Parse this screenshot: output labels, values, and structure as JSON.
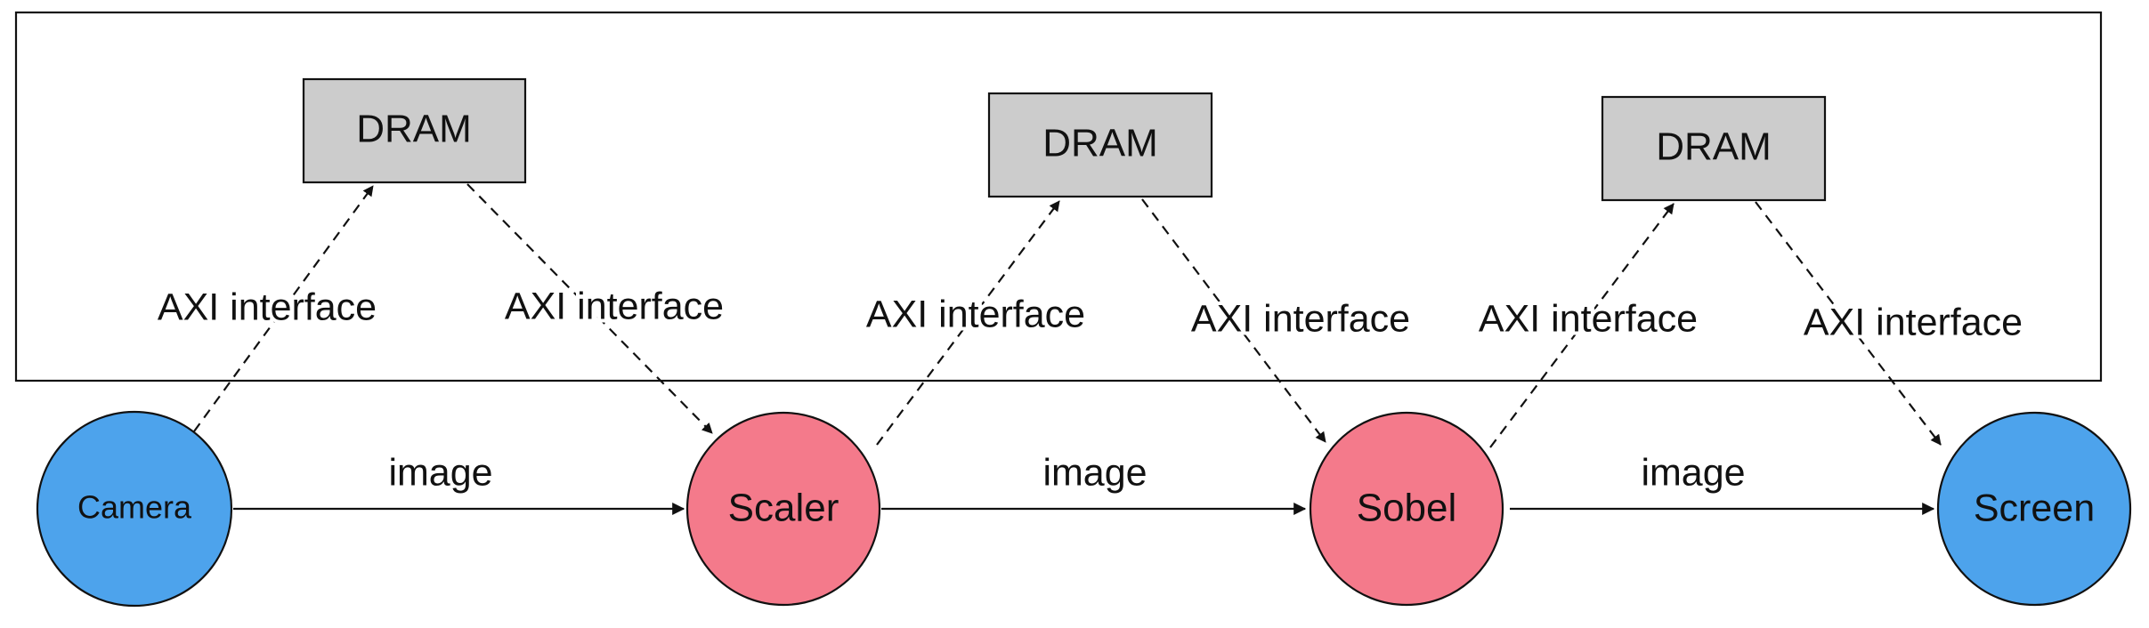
{
  "diagram": {
    "colors": {
      "source_sink_node": "#4da3ec",
      "processing_node": "#f47a8b",
      "memory_box": "#cccccc",
      "stroke": "#111111"
    },
    "nodes": {
      "camera": "Camera",
      "scaler": "Scaler",
      "sobel": "Sobel",
      "screen": "Screen"
    },
    "drams": [
      "DRAM",
      "DRAM",
      "DRAM"
    ],
    "image_edges": [
      "image",
      "image",
      "image"
    ],
    "axi_edges": [
      "AXI interface",
      "AXI interface",
      "AXI interface",
      "AXI interface",
      "AXI interface",
      "AXI interface"
    ]
  }
}
